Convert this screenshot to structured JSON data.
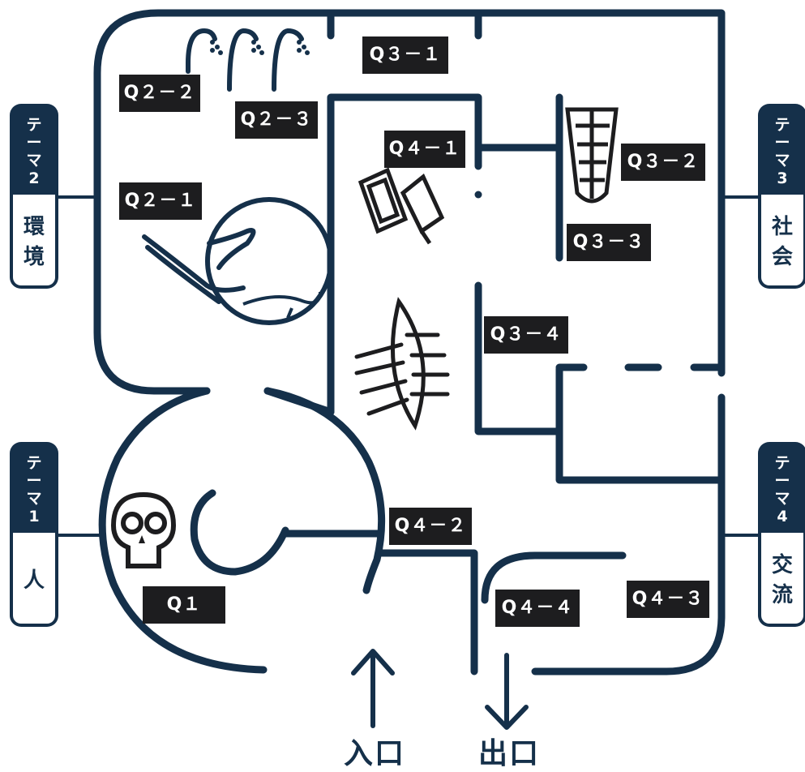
{
  "colors": {
    "wall": "#15304a",
    "label_bg": "#1d1d1f",
    "label_text": "#ffffff"
  },
  "exhibits": {
    "q1": "Q１",
    "q2_1": "Q２－１",
    "q2_2": "Q２－２",
    "q2_3": "Q２－３",
    "q3_1": "Q３－１",
    "q3_2": "Q３－２",
    "q3_3": "Q３－３",
    "q3_4": "Q３－４",
    "q4_1": "Q４－１",
    "q4_2": "Q４－２",
    "q4_3": "Q４－３",
    "q4_4": "Q４－４"
  },
  "themes": {
    "theme1": {
      "top": [
        "テ",
        "ー",
        "マ",
        "1"
      ],
      "name": [
        "人"
      ]
    },
    "theme2": {
      "top": [
        "テ",
        "ー",
        "マ",
        "2"
      ],
      "name": [
        "環",
        "境"
      ]
    },
    "theme3": {
      "top": [
        "テ",
        "ー",
        "マ",
        "3"
      ],
      "name": [
        "社",
        "会"
      ]
    },
    "theme4": {
      "top": [
        "テ",
        "ー",
        "マ",
        "4"
      ],
      "name": [
        "交",
        "流"
      ]
    }
  },
  "entrance": {
    "label": "入口"
  },
  "exit": {
    "label": "出口"
  },
  "icons": [
    "shower-icon",
    "mammoth-icon",
    "skull-icon",
    "tower-icon",
    "card-icon",
    "boat-icon"
  ]
}
